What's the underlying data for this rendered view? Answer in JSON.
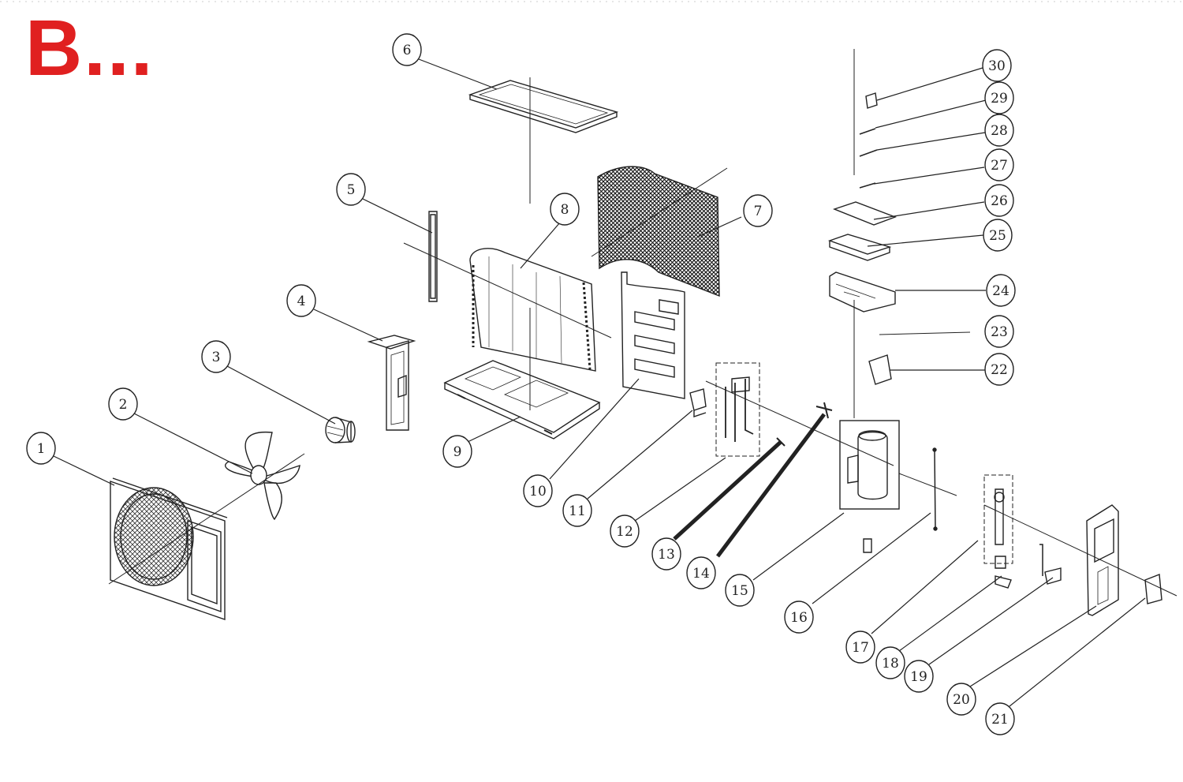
{
  "brand": {
    "text": "B...",
    "color": "#e02020"
  },
  "callouts": [
    {
      "n": "1"
    },
    {
      "n": "2"
    },
    {
      "n": "3"
    },
    {
      "n": "4"
    },
    {
      "n": "5"
    },
    {
      "n": "6"
    },
    {
      "n": "7"
    },
    {
      "n": "8"
    },
    {
      "n": "9"
    },
    {
      "n": "10"
    },
    {
      "n": "11"
    },
    {
      "n": "12"
    },
    {
      "n": "13"
    },
    {
      "n": "14"
    },
    {
      "n": "15"
    },
    {
      "n": "16"
    },
    {
      "n": "17"
    },
    {
      "n": "18"
    },
    {
      "n": "19"
    },
    {
      "n": "20"
    },
    {
      "n": "21"
    },
    {
      "n": "22"
    },
    {
      "n": "23"
    },
    {
      "n": "24"
    },
    {
      "n": "25"
    },
    {
      "n": "26"
    },
    {
      "n": "27"
    },
    {
      "n": "28"
    },
    {
      "n": "29"
    },
    {
      "n": "30"
    }
  ],
  "colors": {
    "line": "#222222",
    "background": "#ffffff"
  }
}
